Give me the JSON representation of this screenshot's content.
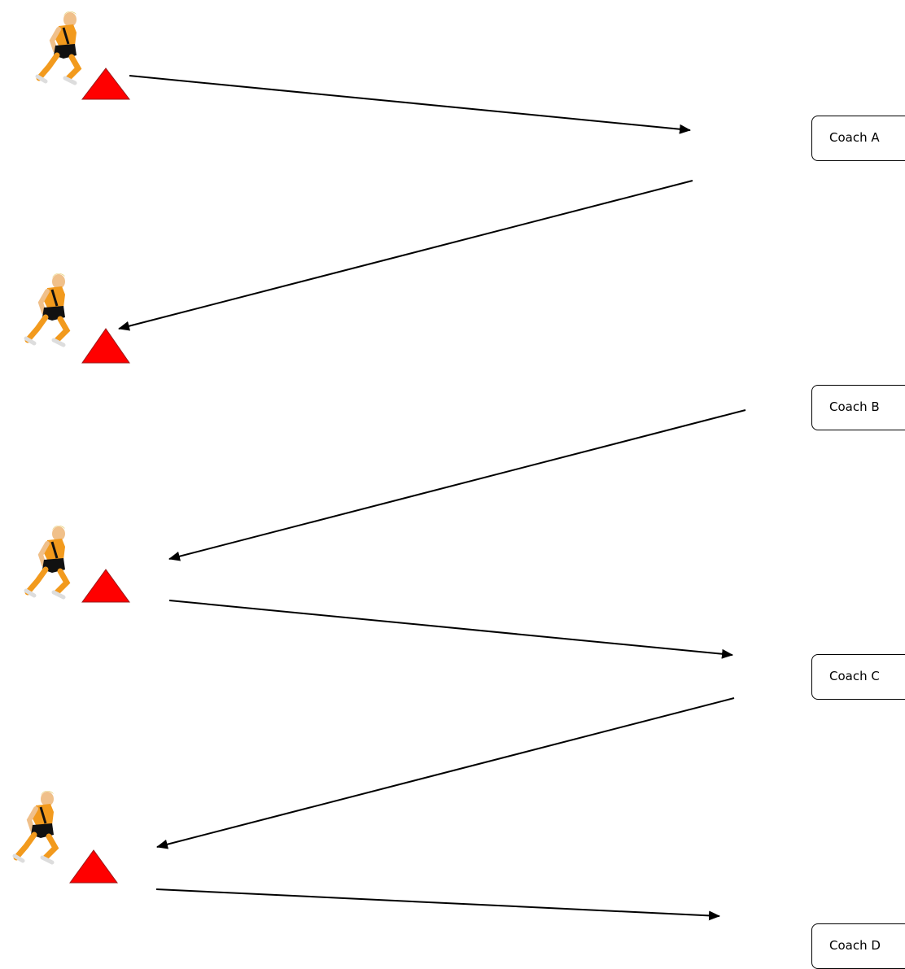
{
  "coaches": [
    {
      "label": "Coach A"
    },
    {
      "label": "Coach B"
    },
    {
      "label": "Coach C"
    },
    {
      "label": "Coach D"
    }
  ],
  "colors": {
    "cone": "#ff0000",
    "arrow": "#000000",
    "jersey": "#f29a1d",
    "shorts": "#111111",
    "skin": "#f0c08a",
    "hair": "#e8d27a"
  },
  "icons": {
    "cone": "red-triangle-cone-icon",
    "player": "sprinting-player-icon"
  }
}
